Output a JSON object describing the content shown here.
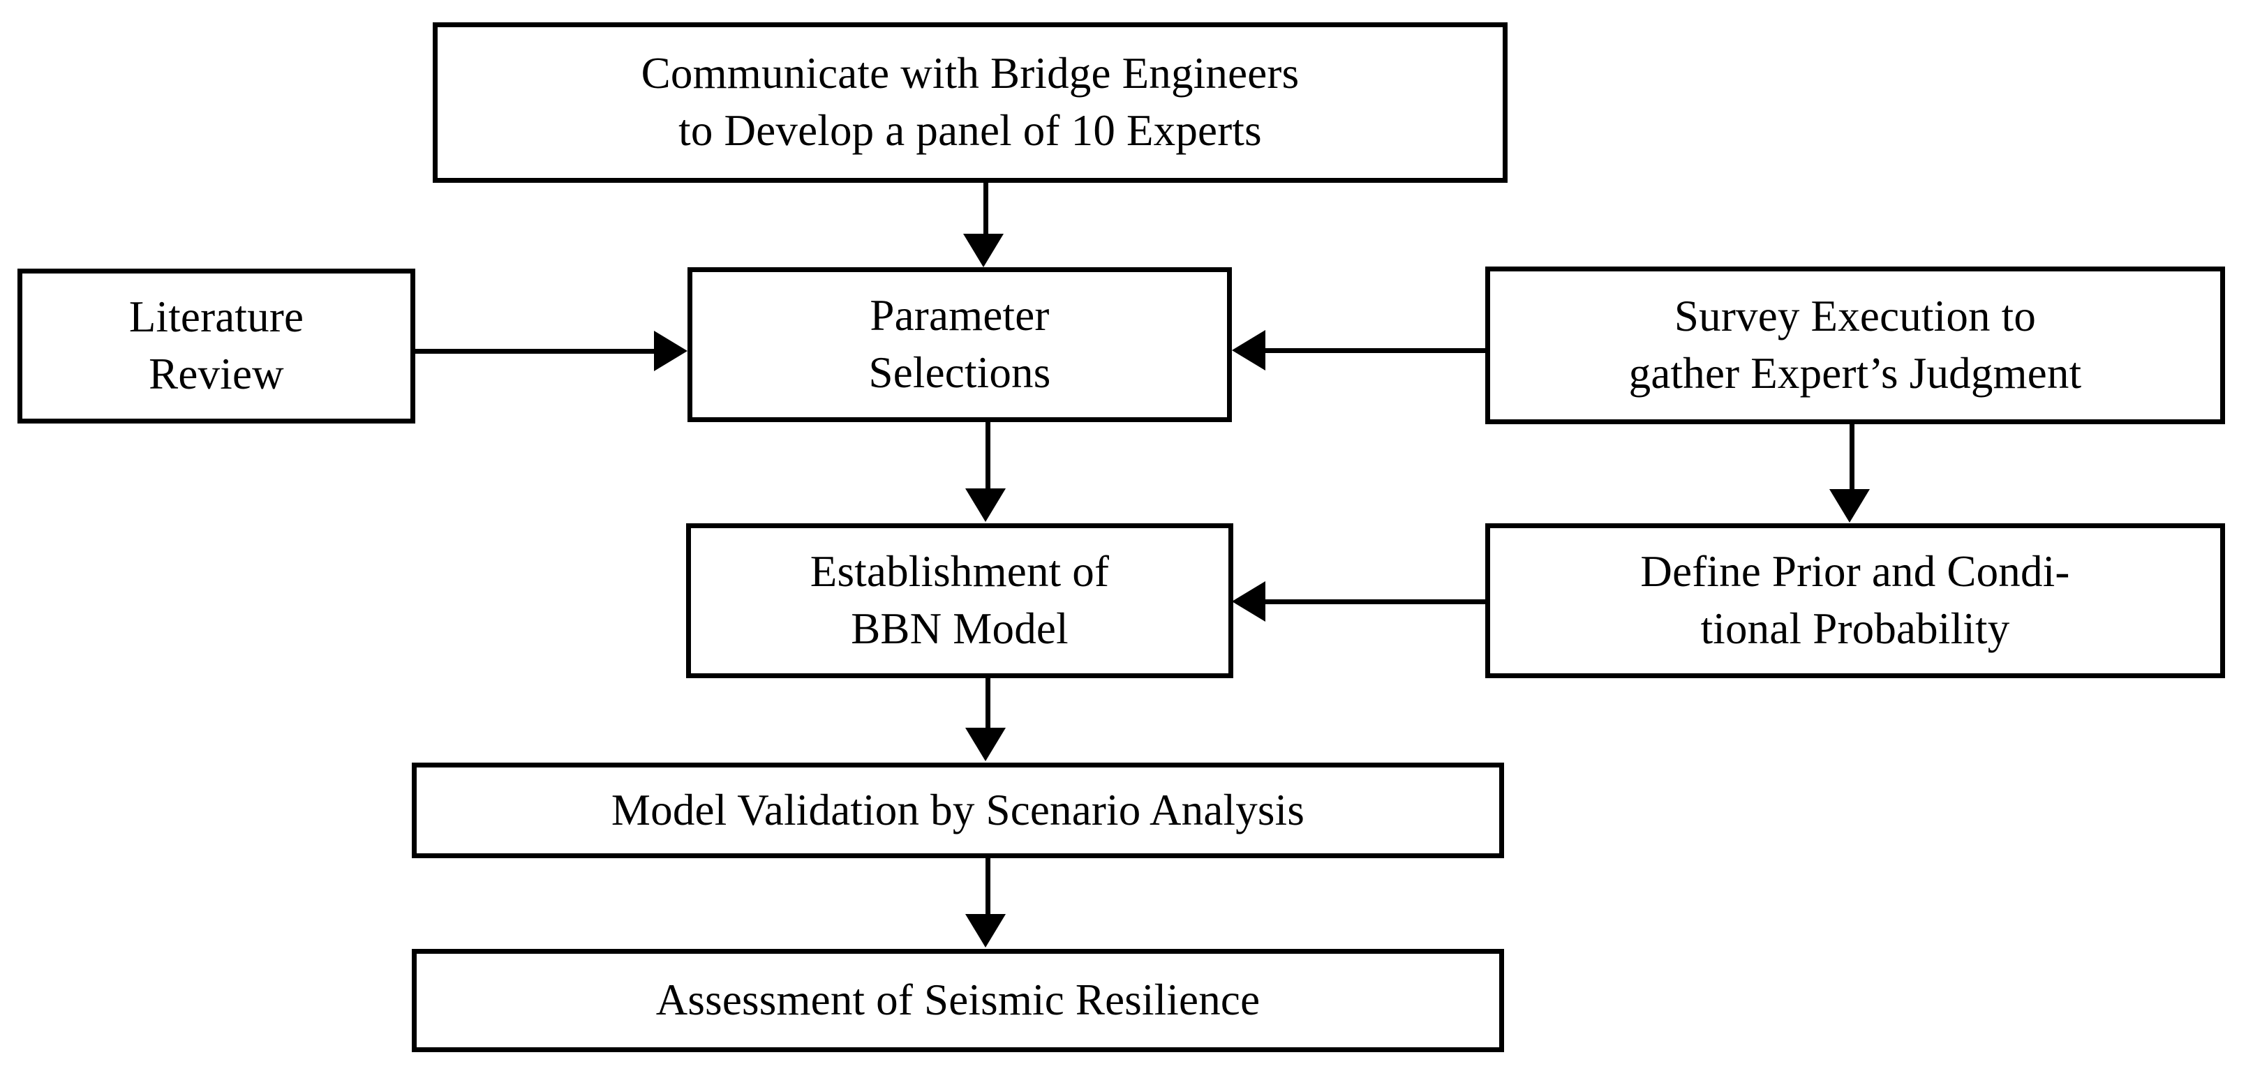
{
  "diagram": {
    "type": "flowchart",
    "title": "Seismic Resilience Assessment Workflow",
    "orientation": "top-to-bottom",
    "background_color": "#ffffff",
    "line_color": "#000000",
    "nodes": [
      {
        "id": "communicate",
        "label": "Communicate with Bridge Engineers\nto Develop a panel of 10 Experts"
      },
      {
        "id": "literature",
        "label": "Literature\nReview"
      },
      {
        "id": "parameter",
        "label": "Parameter\nSelections"
      },
      {
        "id": "survey",
        "label": "Survey Execution to\ngather Expert’s Judgment"
      },
      {
        "id": "bbn",
        "label": "Establishment of\nBBN Model"
      },
      {
        "id": "prior",
        "label": "Define Prior and Condi-\ntional Probability"
      },
      {
        "id": "validation",
        "label": "Model Validation by Scenario Analysis"
      },
      {
        "id": "assessment",
        "label": "Assessment of Seismic Resilience"
      }
    ],
    "edges": [
      {
        "id": "e1",
        "from": "communicate",
        "to": "parameter",
        "direction": "down"
      },
      {
        "id": "e2",
        "from": "literature",
        "to": "parameter",
        "direction": "right"
      },
      {
        "id": "e3",
        "from": "survey",
        "to": "parameter",
        "direction": "left"
      },
      {
        "id": "e4",
        "from": "parameter",
        "to": "bbn",
        "direction": "down"
      },
      {
        "id": "e5",
        "from": "survey",
        "to": "prior",
        "direction": "down"
      },
      {
        "id": "e6",
        "from": "prior",
        "to": "bbn",
        "direction": "left"
      },
      {
        "id": "e7",
        "from": "bbn",
        "to": "validation",
        "direction": "down"
      },
      {
        "id": "e8",
        "from": "validation",
        "to": "assessment",
        "direction": "down"
      }
    ]
  }
}
